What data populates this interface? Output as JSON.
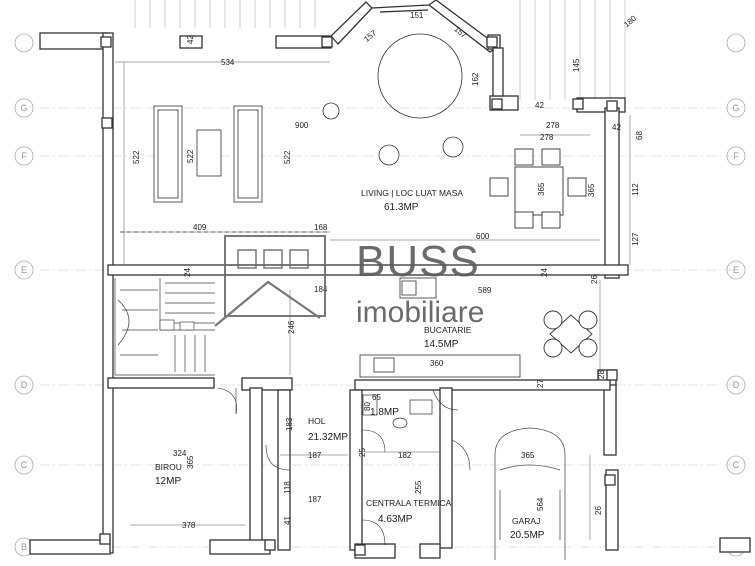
{
  "rooms": {
    "living": {
      "name": "LIVING | LOC LUAT MASA",
      "area": "61.3MP"
    },
    "bucatarie": {
      "name": "BUCATARIE",
      "area": "14.5MP"
    },
    "hol": {
      "name": "HOL",
      "area": "21.32MP"
    },
    "wc": {
      "area": "1.8MP"
    },
    "birou": {
      "name": "BIROU",
      "area": "12MP"
    },
    "centrala": {
      "name": "CENTRALA TERMICA",
      "area": "4.63MP"
    },
    "garaj": {
      "name": "GARAJ",
      "area": "20.5MP"
    }
  },
  "axes": {
    "left": [
      "G",
      "F",
      "E",
      "D",
      "C",
      "B"
    ],
    "right": [
      "G",
      "F",
      "E",
      "D",
      "C",
      "B"
    ]
  },
  "dimensions": {
    "d151": "151",
    "d157a": "157",
    "d157b": "157",
    "d180": "180",
    "d42a": "42",
    "d534": "534",
    "d162": "162",
    "d145": "145",
    "d42b": "42",
    "d278a": "278",
    "d278b": "278",
    "d42c": "42",
    "d68": "68",
    "d900": "900",
    "d522a": "522",
    "d522b": "522",
    "d522c": "522",
    "d365a": "365",
    "d365b": "365",
    "d112": "112",
    "d127": "127",
    "d409": "409",
    "d168": "168",
    "d600": "600",
    "d24a": "24",
    "d184": "184",
    "d589": "589",
    "d246": "246",
    "d24b": "24",
    "d26a": "26",
    "d360": "360",
    "d27": "27",
    "d28": "28",
    "d65": "65",
    "d80": "80",
    "d183": "183",
    "d187a": "187",
    "d187b": "187",
    "d182": "182",
    "d25": "25",
    "d365c": "365",
    "d324": "324",
    "d365d": "365",
    "d378": "378",
    "d118": "118",
    "d41": "41",
    "d255": "255",
    "d564": "564",
    "d26b": "26"
  },
  "watermark": {
    "brand": "BUSS",
    "sub": "imobiliare"
  },
  "colors": {
    "wall": "#3c3c3c",
    "wallFill": "#ffffff",
    "line": "#222222",
    "grid": "#bdbdbd",
    "watermark": "#5b5b5b"
  }
}
